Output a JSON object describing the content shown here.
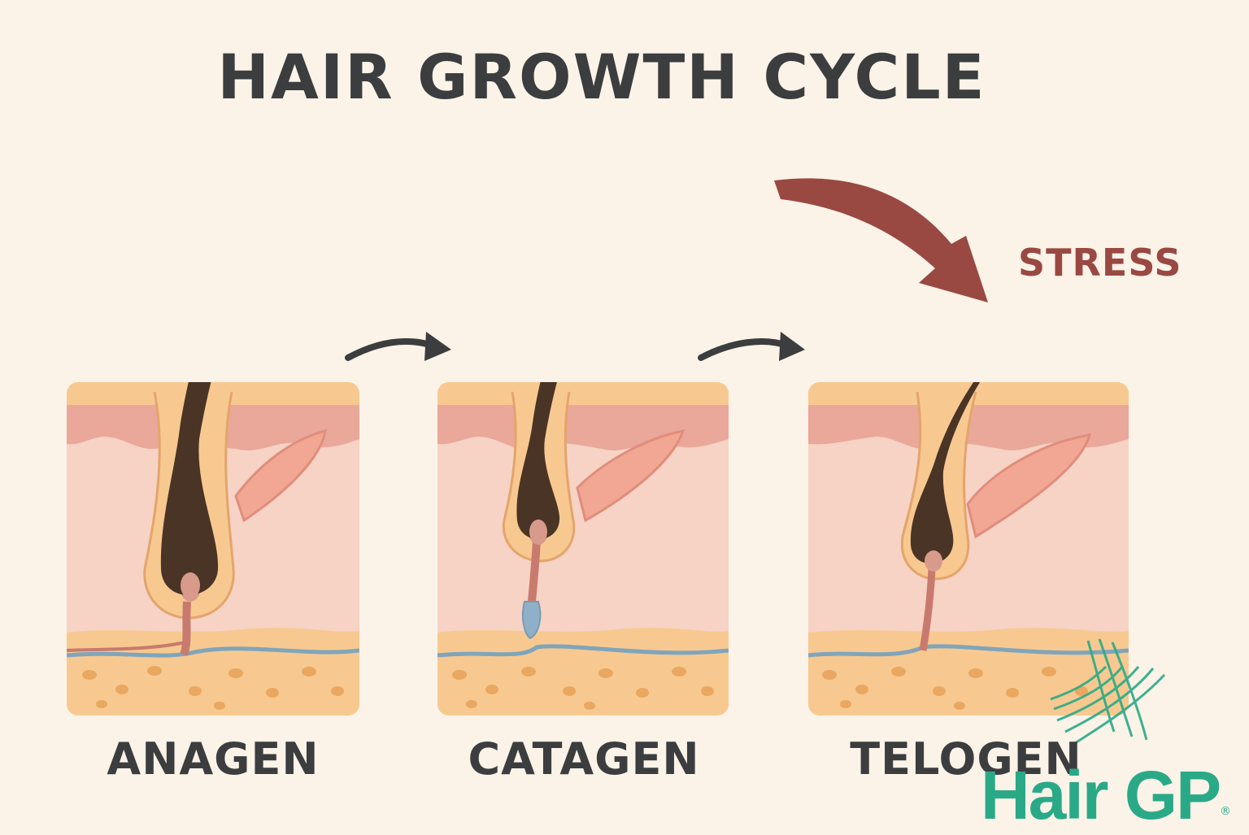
{
  "title": "HAIR GROWTH CYCLE",
  "stages": [
    {
      "label": "ANAGEN"
    },
    {
      "label": "CATAGEN"
    },
    {
      "label": "TELOGEN"
    }
  ],
  "stress_label": "STRESS",
  "logo": {
    "text": "Hair GP",
    "mark": "®"
  },
  "colors": {
    "background": "#fbf3e8",
    "text": "#3b3d3e",
    "stress": "#9a4842",
    "hair": "#4a3425",
    "brand": "#2aa987"
  }
}
